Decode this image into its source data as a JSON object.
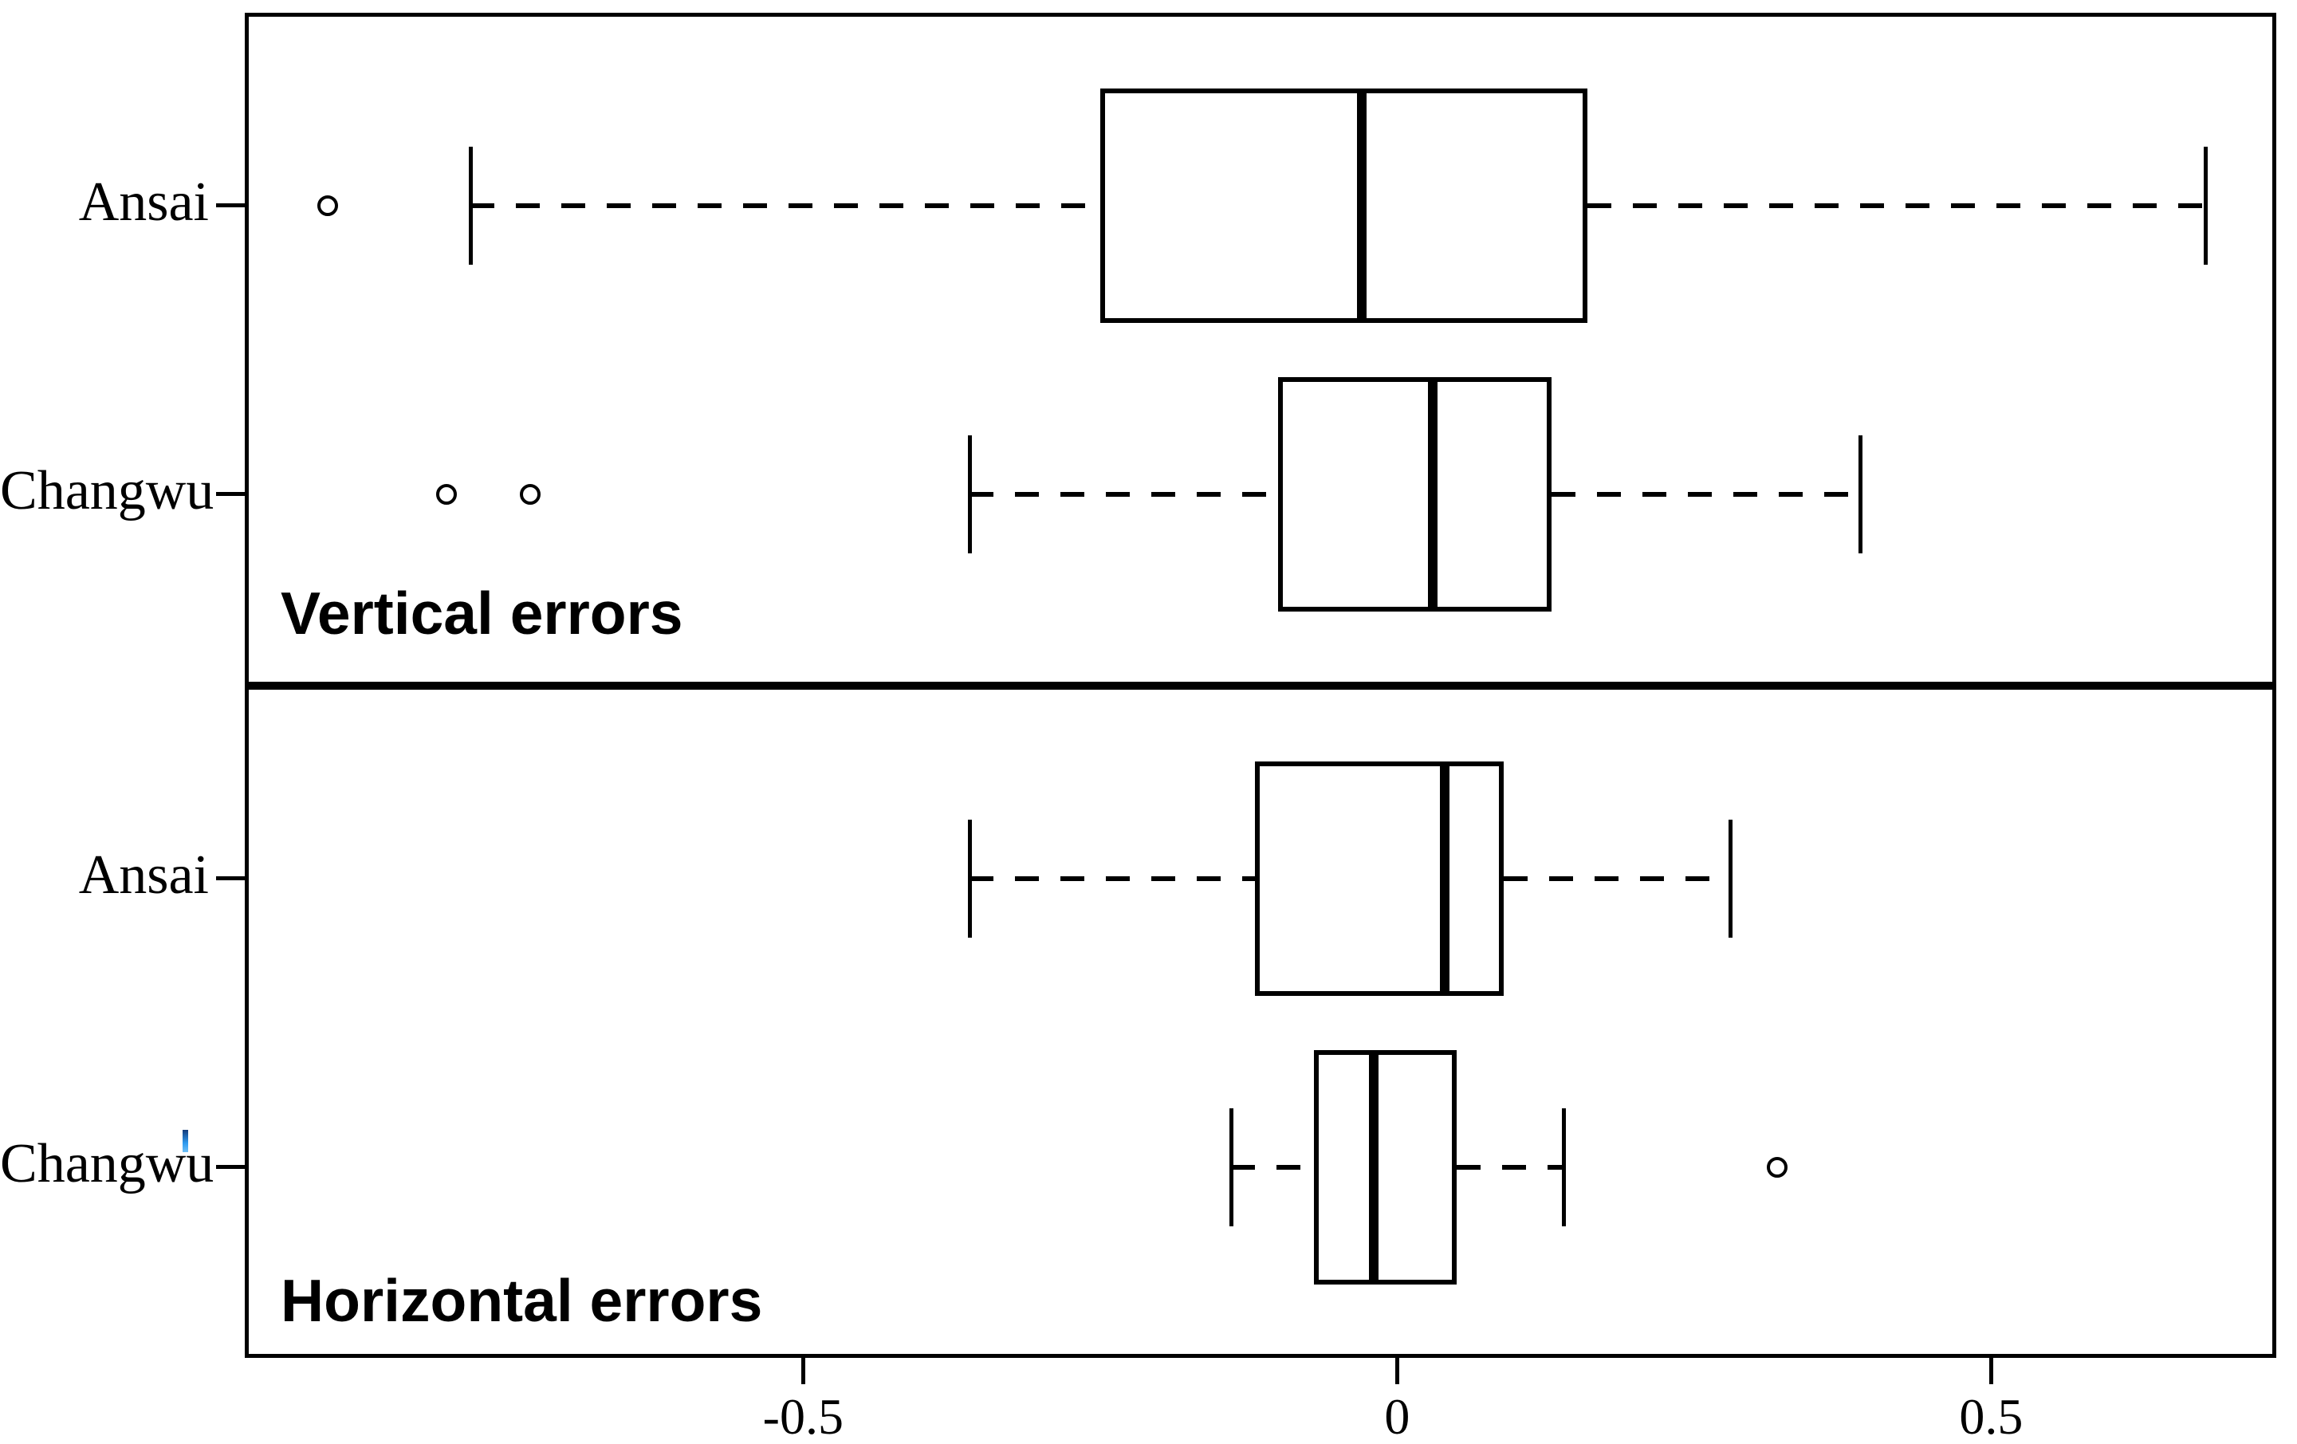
{
  "figure": {
    "background_color": "#ffffff",
    "line_color": "#000000",
    "stray_mark_color": "#1e88e5"
  },
  "chart_data": {
    "type": "boxplot",
    "orientation": "horizontal",
    "title": "",
    "xlabel": "",
    "ylabel": "",
    "xlim": [
      -0.97,
      0.74
    ],
    "grid": false,
    "x_ticks": [
      -0.5,
      0,
      0.5
    ],
    "x_tick_labels": [
      "-0.5",
      "0",
      "0.5"
    ],
    "panels": [
      {
        "title": "Vertical errors",
        "rows": [
          {
            "label": "Ansai",
            "whisker_low": -0.78,
            "q1": -0.25,
            "median": -0.03,
            "q3": 0.16,
            "whisker_high": 0.68,
            "outliers": [
              -0.9
            ]
          },
          {
            "label": "Changwu",
            "whisker_low": -0.36,
            "q1": -0.1,
            "median": 0.03,
            "q3": 0.13,
            "whisker_high": 0.39,
            "outliers": [
              -0.8,
              -0.73
            ]
          }
        ]
      },
      {
        "title": "Horizontal errors",
        "rows": [
          {
            "label": "Ansai",
            "whisker_low": -0.36,
            "q1": -0.12,
            "median": 0.04,
            "q3": 0.09,
            "whisker_high": 0.28,
            "outliers": []
          },
          {
            "label": "Changwu",
            "whisker_low": -0.14,
            "q1": -0.07,
            "median": -0.02,
            "q3": 0.05,
            "whisker_high": 0.14,
            "outliers": [
              0.32
            ]
          }
        ]
      }
    ]
  }
}
